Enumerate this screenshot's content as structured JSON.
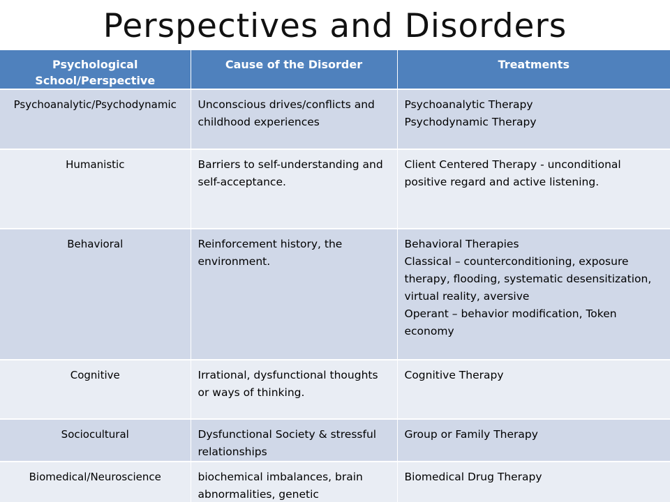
{
  "slide": {
    "title": "Perspectives and Disorders"
  },
  "table": {
    "headers": [
      "Psychological School/Perspective",
      "Cause of the Disorder",
      "Treatments"
    ],
    "rows": [
      {
        "perspective": "Psychoanalytic/Psychodynamic",
        "cause": "Unconscious drives/conflicts and childhood experiences",
        "treatment": "Psychoanalytic Therapy\nPsychodynamic Therapy"
      },
      {
        "perspective": "Humanistic",
        "cause": "Barriers to self-understanding and self-acceptance.",
        "treatment": "Client Centered Therapy - unconditional positive regard and active listening."
      },
      {
        "perspective": "Behavioral",
        "cause": "Reinforcement history, the environment.",
        "treatment": "Behavioral Therapies\nClassical – counterconditioning, exposure therapy, flooding, systematic desensitization, virtual reality, aversive\nOperant – behavior modification, Token economy"
      },
      {
        "perspective": "Cognitive",
        "cause": "Irrational, dysfunctional thoughts or ways of thinking.",
        "treatment": "Cognitive Therapy"
      },
      {
        "perspective": "Sociocultural",
        "cause": "Dysfunctional Society & stressful relationships",
        "treatment": "Group or Family Therapy"
      },
      {
        "perspective": "Biomedical/Neuroscience",
        "cause": "biochemical imbalances, brain abnormalities, genetic",
        "treatment": "Biomedical Drug Therapy"
      }
    ]
  }
}
